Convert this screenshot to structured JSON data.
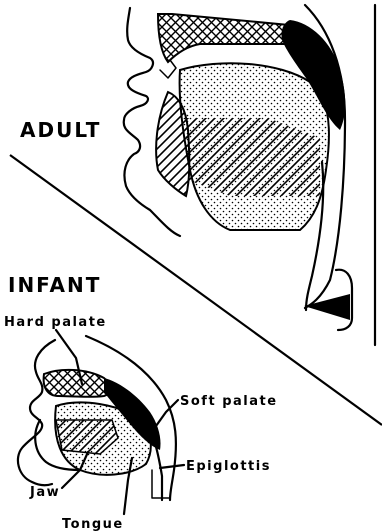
{
  "sections": {
    "adult": "ADULT",
    "infant": "INFANT"
  },
  "labels": {
    "hard_palate": "Hard palate",
    "soft_palate": "Soft palate",
    "epiglottis": "Epiglottis",
    "jaw": "Jaw",
    "tongue": "Tongue"
  },
  "colors": {
    "ink": "#000000",
    "background": "#ffffff"
  }
}
